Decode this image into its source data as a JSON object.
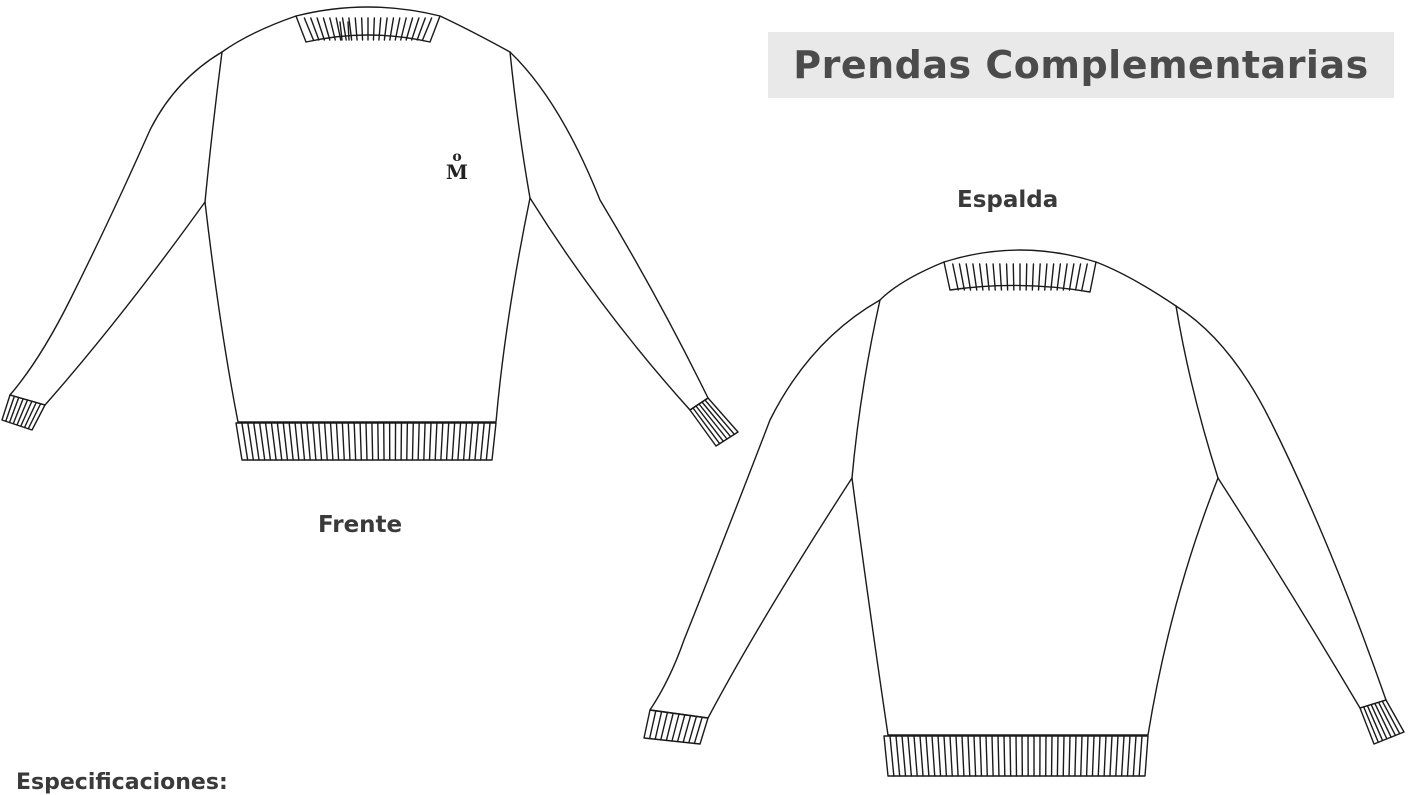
{
  "title": "Prendas Complementarias",
  "labels": {
    "front": "Frente",
    "back": "Espalda",
    "specs": "Especificaciones:"
  },
  "logo": {
    "top": "o",
    "bottom": "M"
  },
  "colors": {
    "title_bg": "#e9e9e9",
    "title_text": "#4b4b4b",
    "line": "#1a1a1a"
  }
}
